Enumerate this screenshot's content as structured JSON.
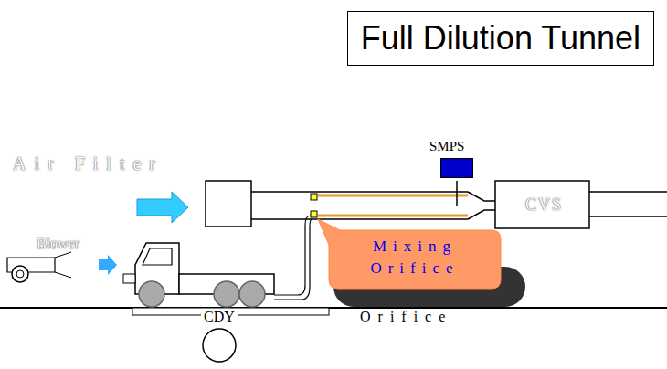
{
  "diagram": {
    "title": "Full Dilution Tunnel",
    "nodes": [
      {
        "text": [
          "SMPS"
        ]
      },
      {
        "text": [
          "CVS"
        ]
      },
      {
        "text": [
          "Mixing Orifice"
        ]
      },
      {
        "text": [
          "CDY"
        ]
      }
    ],
    "labels": [
      "Air Filter",
      "Blower",
      "Orifice"
    ]
  }
}
